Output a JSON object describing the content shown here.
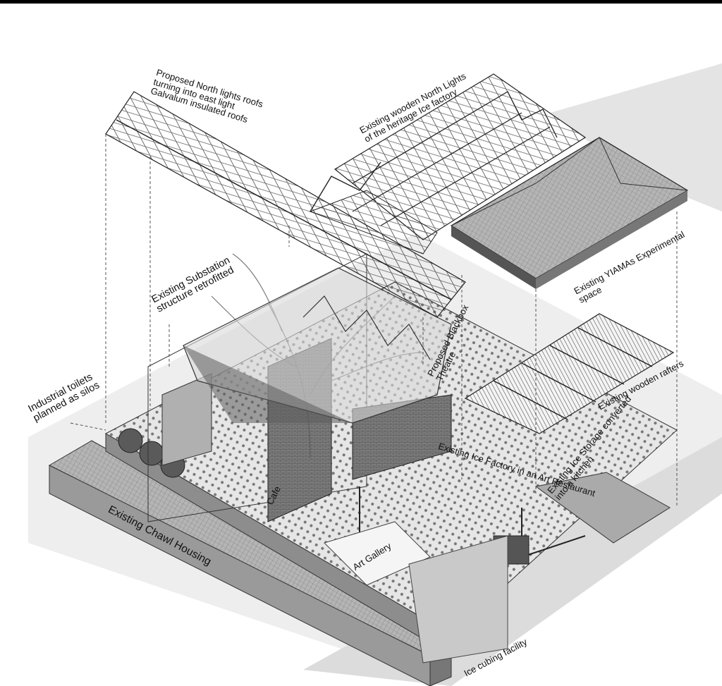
{
  "labels": {
    "proposed_roofs": [
      "Proposed North lights roofs",
      "turning into east light",
      "Galvalum insulated roofs"
    ],
    "existing_north_lights": [
      "Existing wooden North Lights",
      "of the heritage Ice factory"
    ],
    "yiama_space": [
      "Existing YIAMAs Experimental",
      "space"
    ],
    "substation": [
      "Existing Substation",
      "structure retrofitted"
    ],
    "blackbox": [
      "Proposed Blackbox",
      "Theatre"
    ],
    "wooden_rafters": "Existing wooden rafters",
    "toilets": [
      "Industrial toilets",
      "planned as silos"
    ],
    "ice_factory": "Existing Ice Factory in an Art Restaurant",
    "ice_storage": [
      "Existing Ice Storage converted",
      "into a kitchen"
    ],
    "cafe": "Cafe",
    "chawl": "Existing Chawl Housing",
    "art_gallery": "Art Gallery",
    "ice_cubing": "Ice cubing facility"
  }
}
